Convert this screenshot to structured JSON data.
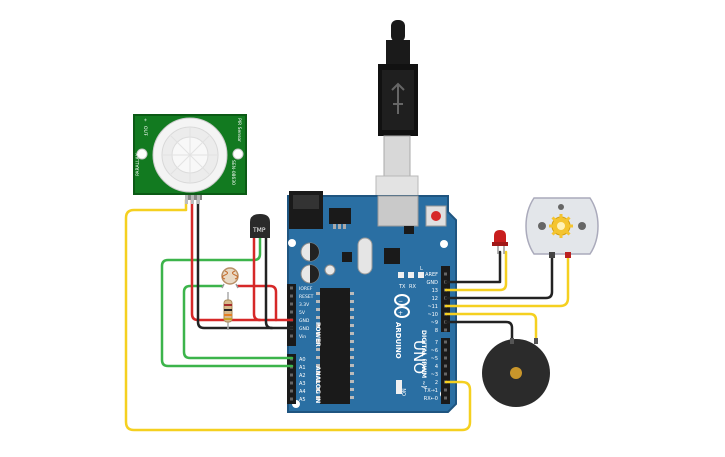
{
  "pir": {
    "title": "PIR Sensor",
    "model": "SEN-08630",
    "pins": [
      "+",
      "OUT",
      "-"
    ],
    "left_text": "PARALLAX"
  },
  "tmp_label": "TMP",
  "board": {
    "brand": "ARDUINO",
    "model": "UNO",
    "on_label": "ON",
    "tx_label": "TX",
    "rx_label": "RX",
    "l_label": "L",
    "power_title": "POWER",
    "analog_title": "ANALOG IN",
    "digital_title": "DIGITAL (PWM ~)",
    "power_pins": [
      "IOREF",
      "RESET",
      "3.3V",
      "5V",
      "GND",
      "GND",
      "Vin"
    ],
    "analog_pins": [
      "A0",
      "A1",
      "A2",
      "A3",
      "A4",
      "A5"
    ],
    "digital_top": [
      "AREF",
      "GND",
      "13",
      "12",
      "~11",
      "~10",
      "~9",
      "8"
    ],
    "digital_bottom": [
      "7",
      "~6",
      "~5",
      "4",
      "~3",
      "2",
      "TX→1",
      "RX←0"
    ]
  },
  "colors": {
    "board": "#2a6fa3",
    "board_dark": "#1f5580",
    "pir_pcb": "#127a20",
    "wire_yellow": "#f5d020",
    "wire_green": "#3cb44b",
    "wire_red": "#d62828",
    "wire_black": "#222222",
    "led": "#c81e1e",
    "motor_gear": "#f4c430"
  }
}
